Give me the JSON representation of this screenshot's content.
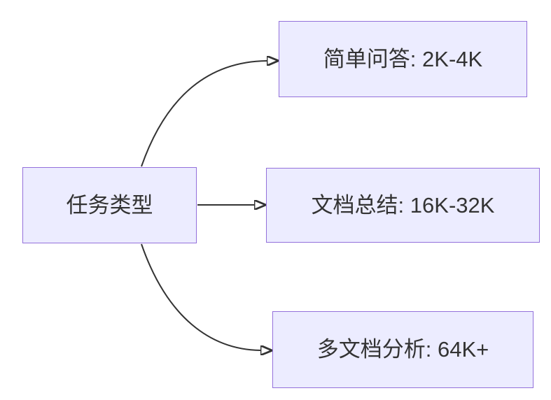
{
  "diagram": {
    "type": "flowchart-left-to-right",
    "colors": {
      "background": "#ffffff",
      "node_fill": "#ececff",
      "node_border": "#9370db",
      "edge": "#333333",
      "text": "#333333"
    },
    "nodes": [
      {
        "id": "task-type",
        "label": "任务类型"
      },
      {
        "id": "simple-qa",
        "label": "简单问答: 2K-4K"
      },
      {
        "id": "doc-summary",
        "label": "文档总结: 16K-32K"
      },
      {
        "id": "multi-doc",
        "label": "多文档分析: 64K+"
      }
    ],
    "edges": [
      {
        "from": "任务类型",
        "to": "简单问答: 2K-4K",
        "style": "curved",
        "arrowhead": "filled-triangle"
      },
      {
        "from": "任务类型",
        "to": "文档总结: 16K-32K",
        "style": "straight",
        "arrowhead": "filled-triangle"
      },
      {
        "from": "任务类型",
        "to": "多文档分析: 64K+",
        "style": "curved",
        "arrowhead": "filled-triangle"
      }
    ]
  }
}
